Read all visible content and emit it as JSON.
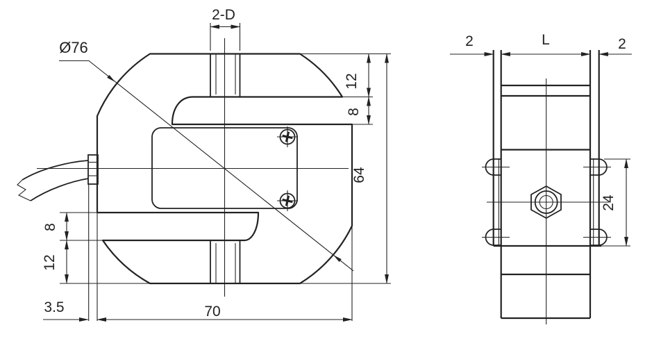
{
  "drawing": {
    "line_color": "#222222",
    "background_color": "#ffffff",
    "front_view": {
      "dims": {
        "thread_callout": "2-D",
        "body_diameter": "Ø76",
        "top_arm_thickness": "12",
        "upper_slot_height": "8",
        "overall_height": "64",
        "lower_slot_height": "8",
        "bottom_arm_thickness": "12",
        "gland_offset": "3.5",
        "overall_width": "70"
      }
    },
    "side_view": {
      "dims": {
        "left_plate_thickness": "2",
        "body_width": "L",
        "right_plate_thickness": "2",
        "lug_span": "24"
      }
    }
  }
}
